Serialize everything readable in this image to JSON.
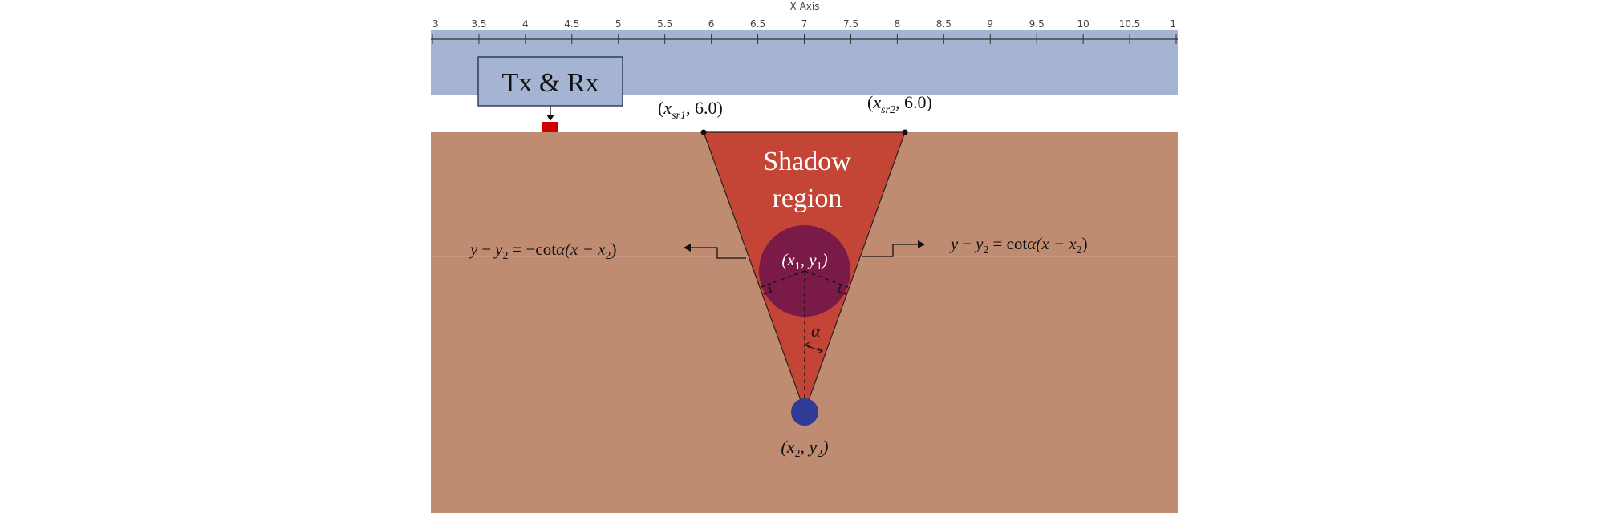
{
  "axis": {
    "title": "X Axis",
    "ticks": [
      "3",
      "3.5",
      "4",
      "4.5",
      "5",
      "5.5",
      "6",
      "6.5",
      "7",
      "7.5",
      "8",
      "8.5",
      "9",
      "9.5",
      "10",
      "10.5",
      "1"
    ]
  },
  "labels": {
    "txrx": "Tx & Rx",
    "shadow_line1": "Shadow",
    "shadow_line2": "region",
    "alpha": "α",
    "sr1": {
      "x": "x",
      "sub": "sr1",
      "y": "6.0"
    },
    "sr2": {
      "x": "x",
      "sub": "sr2",
      "y": "6.0"
    },
    "center_target": {
      "x": "x",
      "xsub": "1",
      "y": "y",
      "ysub": "1"
    },
    "apex_target": {
      "x": "x",
      "xsub": "2",
      "y": "y",
      "ysub": "2"
    },
    "eq_left": {
      "lhs_y": "y",
      "lhs_minus": "−",
      "lhs_y2": "y",
      "lhs_sub": "2",
      "rhs": "= −cot",
      "alpha": "α",
      "paren": "(x − x",
      "sub": "2",
      "close": ")"
    },
    "eq_right": {
      "lhs_y": "y",
      "lhs_minus": "−",
      "lhs_y2": "y",
      "lhs_sub": "2",
      "rhs": "= cot",
      "alpha": "α",
      "paren": "(x − x",
      "sub": "2",
      "close": ")"
    }
  },
  "colors": {
    "sky_band": "#a4b4d2",
    "soil": "#c08c71",
    "shadow": "#c44536",
    "target": "#7a1a47",
    "source": "#2f3b94",
    "antenna": "#cc0000"
  }
}
